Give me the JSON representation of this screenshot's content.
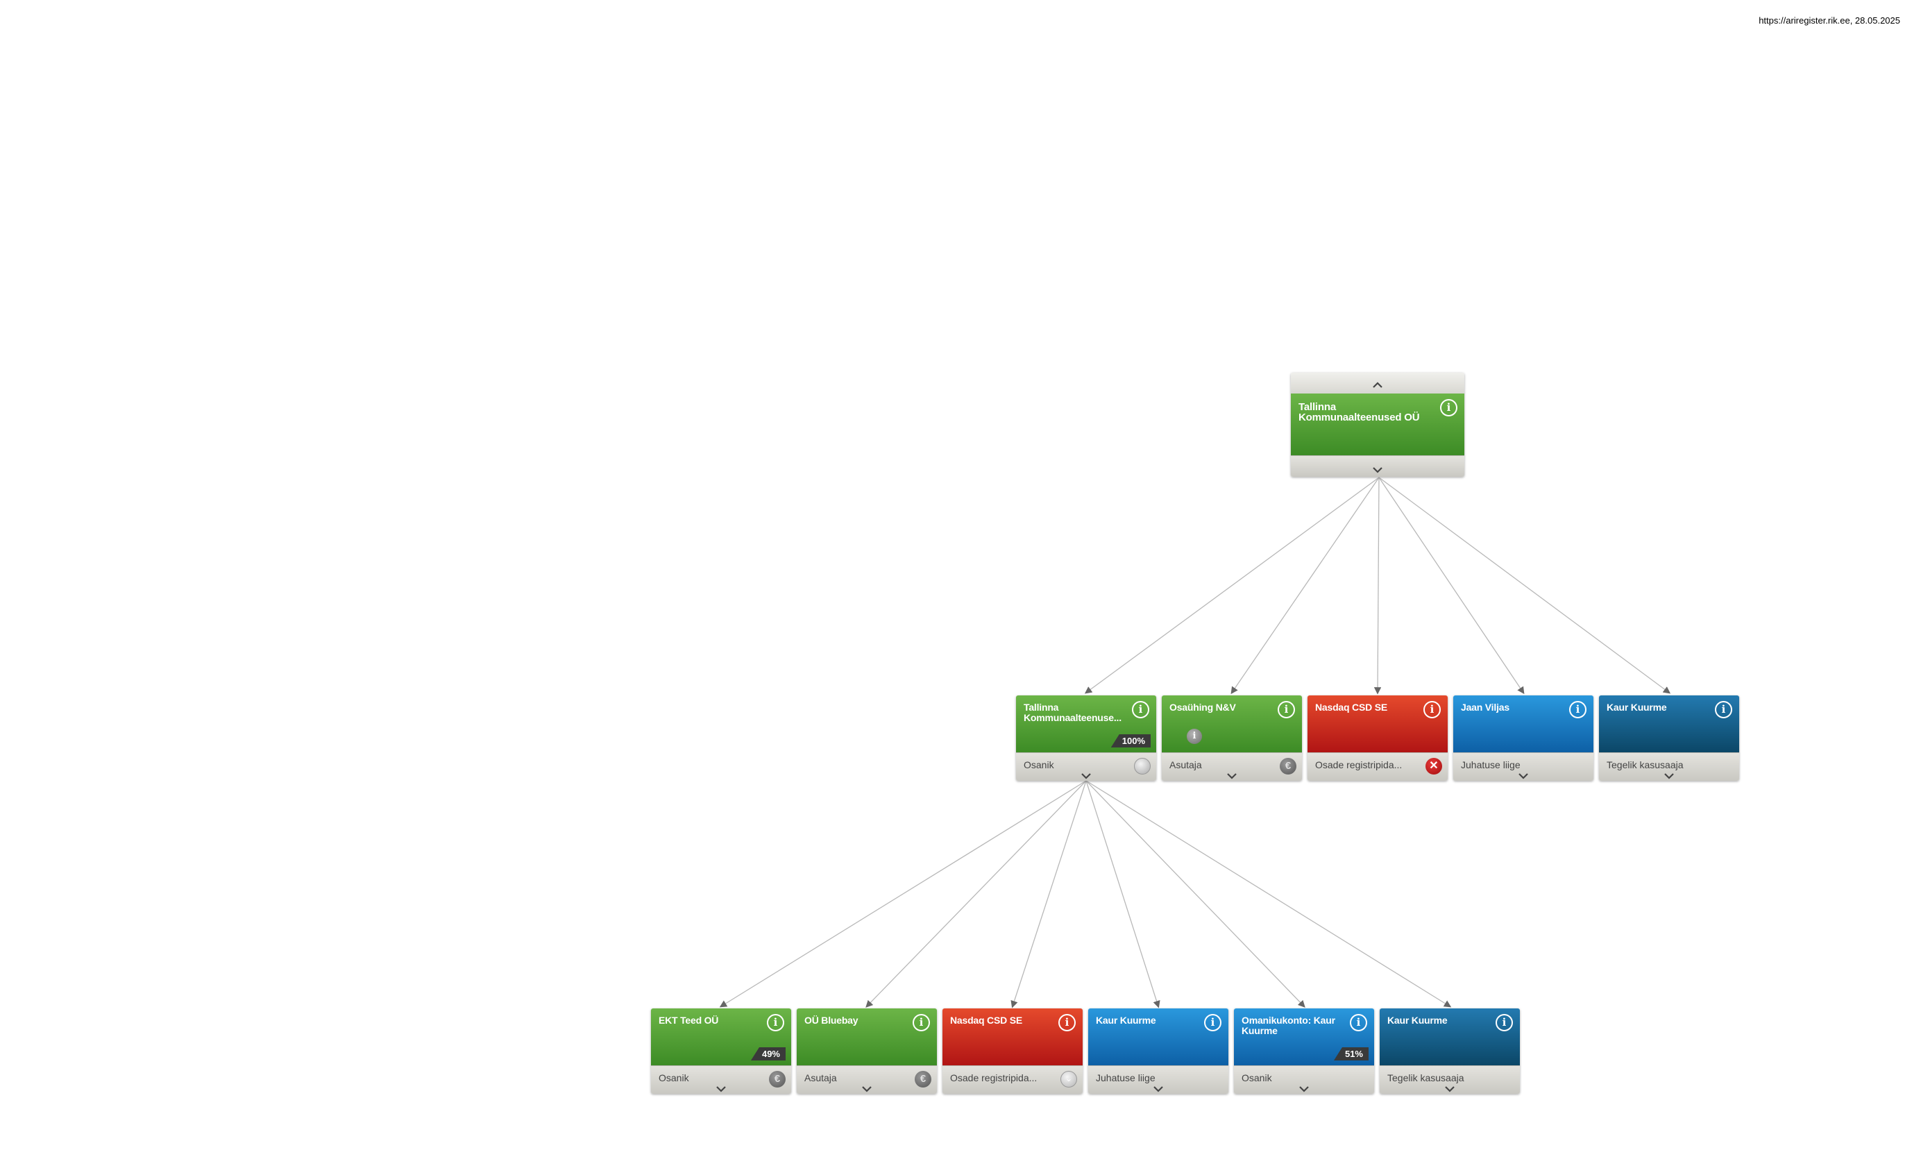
{
  "header": {
    "url_date": "https://ariregister.rik.ee, 28.05.2025"
  },
  "colors": {
    "company": "#4a9a2f",
    "registry": "#c41e1e",
    "person": "#1a7bc4",
    "beneficiary": "#16577f"
  },
  "root": {
    "name": "Tallinna Kommunaalteenused OÜ",
    "type": "company"
  },
  "level1": [
    {
      "name": "Tallinna Kommunaalteenuse...",
      "role": "Osanik",
      "badge": "100%",
      "type": "company",
      "status_icon": "grey-circle-icon"
    },
    {
      "name": "Osaühing N&V",
      "role": "Asutaja",
      "type": "company",
      "status_icon": "euro-icon",
      "extra_icon": "small-info-icon"
    },
    {
      "name": "Nasdaq CSD SE",
      "role": "Osade registripida...",
      "type": "registry",
      "status_icon": "close-icon"
    },
    {
      "name": "Jaan Viljas",
      "role": "Juhatuse liige",
      "type": "person"
    },
    {
      "name": "Kaur Kuurme",
      "role": "Tegelik kasusaaja",
      "type": "beneficiary"
    }
  ],
  "level2": [
    {
      "name": "EKT Teed OÜ",
      "role": "Osanik",
      "badge": "49%",
      "type": "company",
      "status_icon": "euro-icon"
    },
    {
      "name": "OÜ Bluebay",
      "role": "Asutaja",
      "type": "company",
      "status_icon": "euro-icon"
    },
    {
      "name": "Nasdaq CSD SE",
      "role": "Osade registripida...",
      "type": "registry",
      "status_icon": "chevron-down-circle-icon"
    },
    {
      "name": "Kaur Kuurme",
      "role": "Juhatuse liige",
      "type": "person"
    },
    {
      "name": "Omanikukonto: Kaur Kuurme",
      "role": "Osanik",
      "badge": "51%",
      "type": "person"
    },
    {
      "name": "Kaur Kuurme",
      "role": "Tegelik kasusaaja",
      "type": "beneficiary"
    }
  ]
}
